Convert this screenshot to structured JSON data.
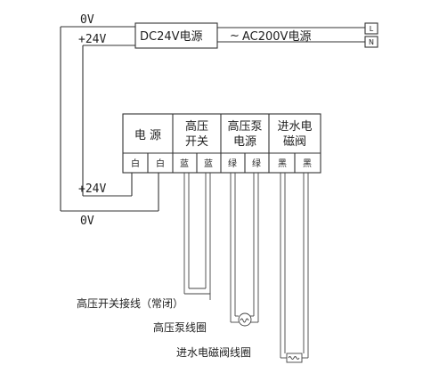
{
  "supply": {
    "label_0v_top": "0V",
    "label_24v_top": "+24V",
    "dc_module": "DC24V电源",
    "ac_label": "AC200V电源",
    "ac_tilde": "~",
    "terminal_l": "L",
    "terminal_n": "N",
    "label_24v_bottom": "+24V",
    "label_0v_bottom": "0V"
  },
  "panel": {
    "headers": [
      {
        "line1": "电",
        "line2": "源",
        "single": "电  源"
      },
      {
        "line1": "高压",
        "line2": "开关"
      },
      {
        "line1": "高压泵",
        "line2": "电源"
      },
      {
        "line1": "进水电",
        "line2": "磁阀"
      }
    ],
    "terminals": [
      "白",
      "白",
      "蓝",
      "蓝",
      "绿",
      "绿",
      "黑",
      "黑"
    ]
  },
  "notes": {
    "switch": "高压开关接线（常闭）",
    "pump": "高压泵线圈",
    "valve": "进水电磁阀线圈"
  }
}
